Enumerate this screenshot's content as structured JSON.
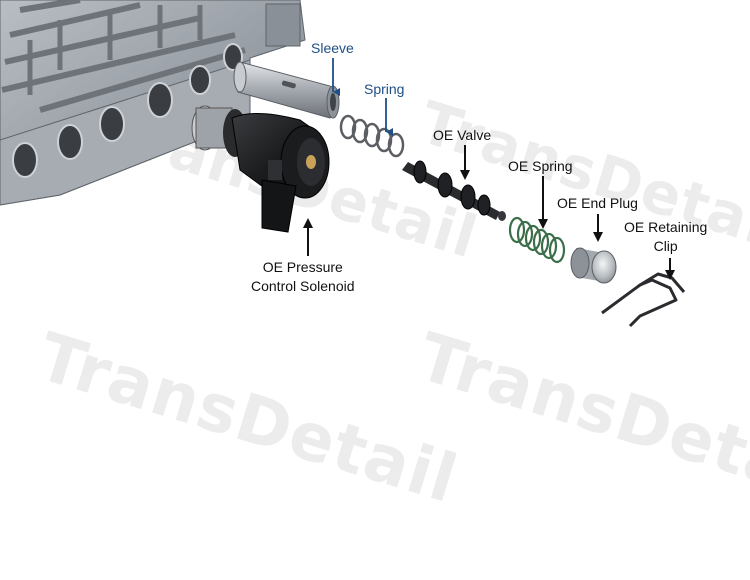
{
  "watermark": "TransDetail",
  "labels": {
    "sleeve": "Sleeve",
    "spring": "Spring",
    "oe_valve": "OE Valve",
    "oe_spring": "OE Spring",
    "oe_end_plug": "OE End Plug",
    "oe_retaining_clip": [
      "OE Retaining",
      "Clip"
    ],
    "oe_pressure_control_solenoid": [
      "OE Pressure",
      "Control Solenoid"
    ]
  },
  "colors": {
    "label_blue": "#1f4f86",
    "label_dark": "#111111",
    "watermark": "#ececec",
    "valve_body": "#9aa0a7"
  }
}
